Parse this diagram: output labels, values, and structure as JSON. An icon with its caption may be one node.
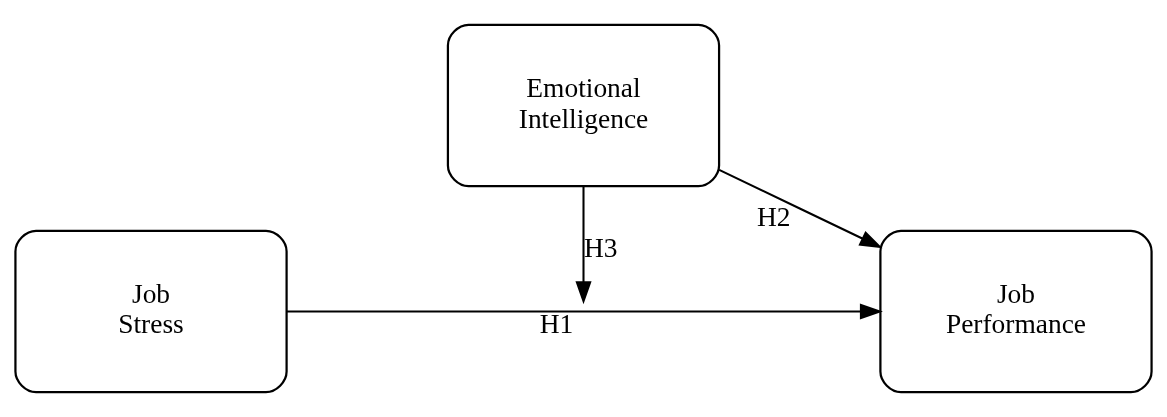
{
  "diagram": {
    "nodes": [
      {
        "text": [
          "Emotional Intelligence"
        ]
      },
      {
        "text": [
          "Job Stress"
        ]
      },
      {
        "text": [
          "Job Performance"
        ]
      }
    ],
    "edges": [
      {
        "from": 1,
        "to": 2,
        "arrow": "to",
        "label": "H1"
      },
      {
        "from": 0,
        "to": 2,
        "arrow": "to",
        "label": "H2"
      },
      {
        "from": 0,
        "to": null,
        "arrow": "to",
        "label": "H3"
      }
    ]
  }
}
